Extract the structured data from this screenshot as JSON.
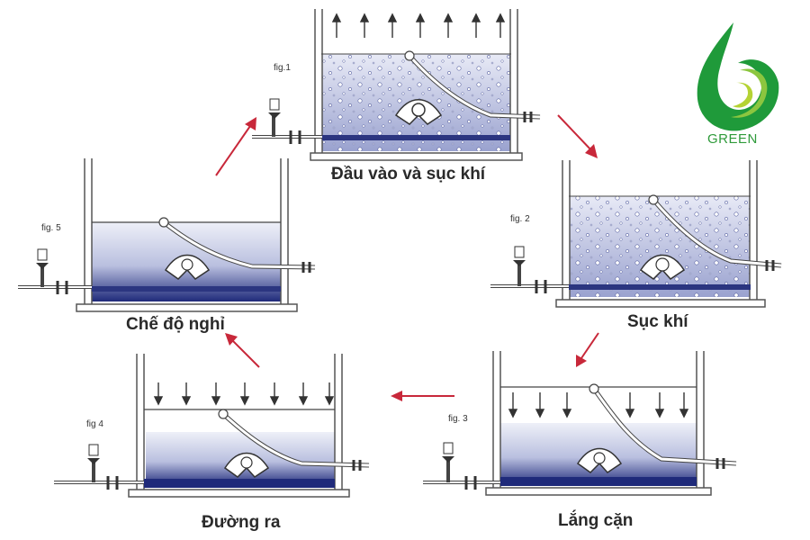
{
  "stages": [
    {
      "fig": "fig.1",
      "label": "Đầu vào và sục khí"
    },
    {
      "fig": "fig. 2",
      "label": "Sục khí"
    },
    {
      "fig": "fig. 3",
      "label": "Lắng cặn"
    },
    {
      "fig": "fig 4",
      "label": "Đường ra"
    },
    {
      "fig": "fig. 5",
      "label": "Chế độ nghỉ"
    }
  ],
  "logo": {
    "text": "GREEN"
  },
  "colors": {
    "water_dark": "#1f2a7a",
    "water_light": "#d9dcef",
    "arrow": "#c8283a",
    "logo_green": "#2e9a3a"
  }
}
